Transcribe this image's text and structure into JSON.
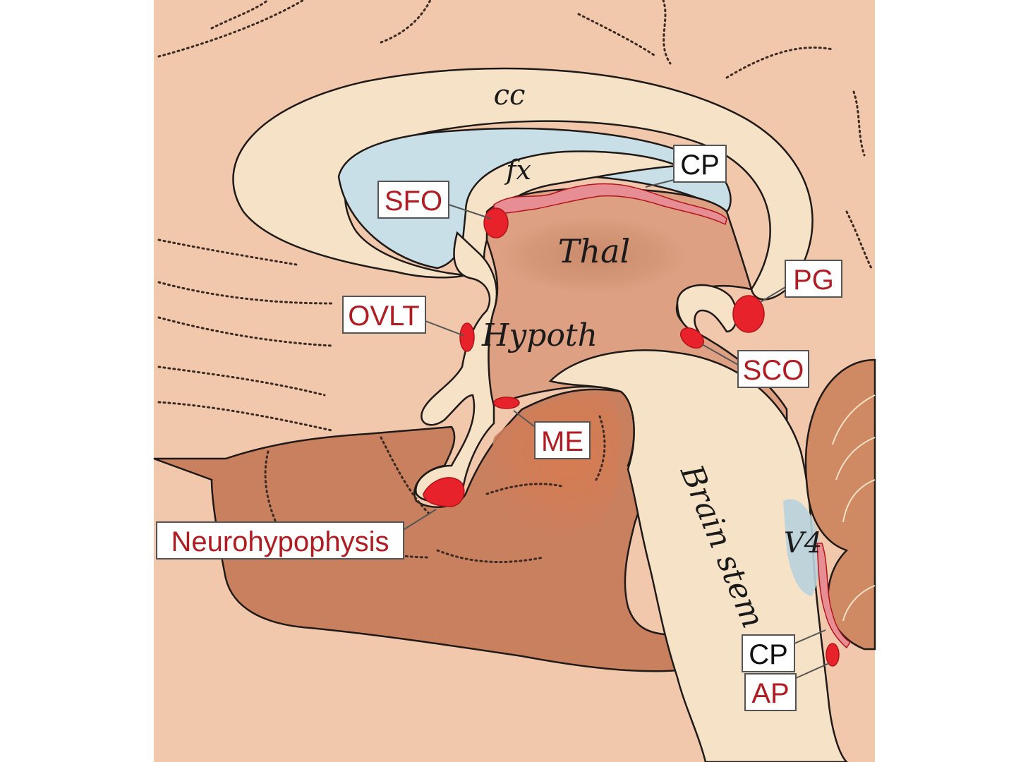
{
  "diagram": {
    "region_labels": {
      "cc": "cc",
      "fx": "fx",
      "thal": "Thal",
      "hypoth": "Hypoth",
      "brain_stem": "Brain stem",
      "v4": "V4"
    },
    "organ_labels": {
      "sfo": "SFO",
      "cp_top": "CP",
      "pg": "PG",
      "ovlt": "OVLT",
      "sco": "SCO",
      "me": "ME",
      "neurohypophysis": "Neurohypophysis",
      "cp_bottom": "CP",
      "ap": "AP"
    },
    "colors": {
      "cortex": "#f2c8ad",
      "white_matter": "#f6e3c7",
      "ventricle": "#c9dfe8",
      "diencephalon": "#dea083",
      "cerebellum_lobe": "#c97f5c",
      "organ_red": "#e8222a",
      "label_red": "#b01c22"
    }
  }
}
